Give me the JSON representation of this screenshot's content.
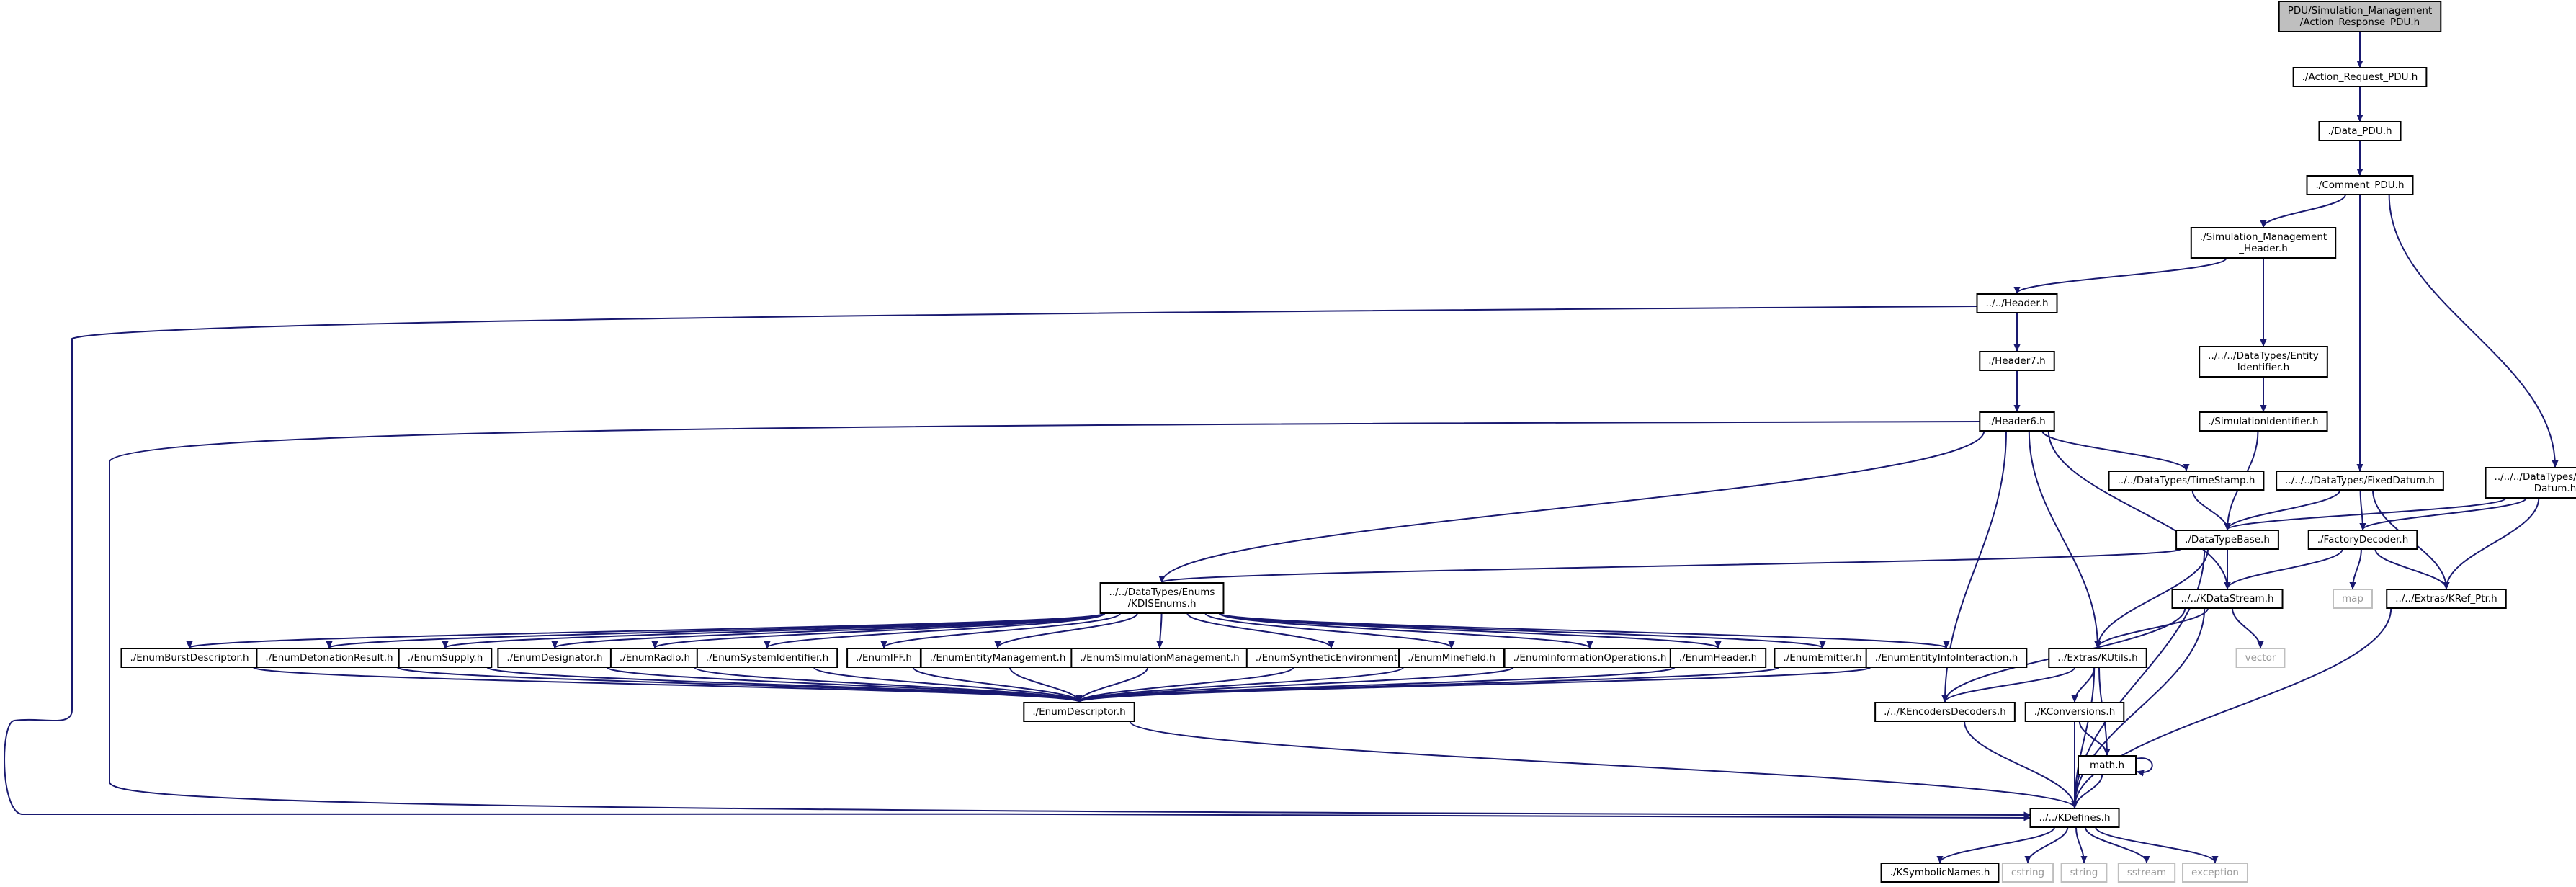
{
  "nodes": [
    {
      "id": "root",
      "lines": [
        "PDU/Simulation_Management",
        "/Action_Response_PDU.h"
      ],
      "root": true
    },
    {
      "id": "actionreq",
      "lines": [
        "./Action_Request_PDU.h"
      ]
    },
    {
      "id": "datapdu",
      "lines": [
        "./Data_PDU.h"
      ]
    },
    {
      "id": "comment",
      "lines": [
        "./Comment_PDU.h"
      ]
    },
    {
      "id": "smheader",
      "lines": [
        "./Simulation_Management",
        "_Header.h"
      ]
    },
    {
      "id": "header",
      "lines": [
        "../../Header.h"
      ]
    },
    {
      "id": "header7",
      "lines": [
        "./Header7.h"
      ]
    },
    {
      "id": "header6",
      "lines": [
        "./Header6.h"
      ]
    },
    {
      "id": "entityid",
      "lines": [
        "../../../DataTypes/Entity",
        "Identifier.h"
      ]
    },
    {
      "id": "simid",
      "lines": [
        "./SimulationIdentifier.h"
      ]
    },
    {
      "id": "fixeddatum",
      "lines": [
        "../../../DataTypes/FixedDatum.h"
      ]
    },
    {
      "id": "vardatum",
      "lines": [
        "../../../DataTypes/Variable",
        "Datum.h"
      ]
    },
    {
      "id": "timestamp",
      "lines": [
        "../../DataTypes/TimeStamp.h"
      ]
    },
    {
      "id": "dtbase",
      "lines": [
        "./DataTypeBase.h"
      ]
    },
    {
      "id": "factory",
      "lines": [
        "./FactoryDecoder.h"
      ]
    },
    {
      "id": "kdisenums",
      "lines": [
        "../../DataTypes/Enums",
        "/KDISEnums.h"
      ]
    },
    {
      "id": "kdatastream",
      "lines": [
        "../../KDataStream.h"
      ]
    },
    {
      "id": "map",
      "lines": [
        "map"
      ],
      "sys": true
    },
    {
      "id": "krefptr",
      "lines": [
        "../../Extras/KRef_Ptr.h"
      ]
    },
    {
      "id": "vector",
      "lines": [
        "vector"
      ],
      "sys": true
    },
    {
      "id": "e_burst",
      "lines": [
        "./EnumBurstDescriptor.h"
      ]
    },
    {
      "id": "e_deton",
      "lines": [
        "./EnumDetonationResult.h"
      ]
    },
    {
      "id": "e_supply",
      "lines": [
        "./EnumSupply.h"
      ]
    },
    {
      "id": "e_desig",
      "lines": [
        "./EnumDesignator.h"
      ]
    },
    {
      "id": "e_radio",
      "lines": [
        "./EnumRadio.h"
      ]
    },
    {
      "id": "e_sysid",
      "lines": [
        "./EnumSystemIdentifier.h"
      ]
    },
    {
      "id": "e_iff",
      "lines": [
        "./EnumIFF.h"
      ]
    },
    {
      "id": "e_entmgmt",
      "lines": [
        "./EnumEntityManagement.h"
      ]
    },
    {
      "id": "e_simmgmt",
      "lines": [
        "./EnumSimulationManagement.h"
      ]
    },
    {
      "id": "e_synth",
      "lines": [
        "./EnumSyntheticEnvironment.h"
      ]
    },
    {
      "id": "e_mine",
      "lines": [
        "./EnumMinefield.h"
      ]
    },
    {
      "id": "e_infoops",
      "lines": [
        "./EnumInformationOperations.h"
      ]
    },
    {
      "id": "e_header",
      "lines": [
        "./EnumHeader.h"
      ]
    },
    {
      "id": "e_emitter",
      "lines": [
        "./EnumEmitter.h"
      ]
    },
    {
      "id": "e_eii",
      "lines": [
        "./EnumEntityInfoInteraction.h"
      ]
    },
    {
      "id": "kutils",
      "lines": [
        "../Extras/KUtils.h"
      ]
    },
    {
      "id": "enumdesc",
      "lines": [
        "./EnumDescriptor.h"
      ]
    },
    {
      "id": "kencdec",
      "lines": [
        "./../KEncodersDecoders.h"
      ]
    },
    {
      "id": "kconv",
      "lines": [
        "./KConversions.h"
      ]
    },
    {
      "id": "math",
      "lines": [
        "math.h"
      ]
    },
    {
      "id": "kdefines",
      "lines": [
        "../../KDefines.h"
      ]
    },
    {
      "id": "ksym",
      "lines": [
        "./KSymbolicNames.h"
      ]
    },
    {
      "id": "cstring",
      "lines": [
        "cstring"
      ],
      "sys": true
    },
    {
      "id": "string",
      "lines": [
        "string"
      ],
      "sys": true
    },
    {
      "id": "sstream",
      "lines": [
        "sstream"
      ],
      "sys": true
    },
    {
      "id": "exception",
      "lines": [
        "exception"
      ],
      "sys": true
    }
  ],
  "edges": [
    [
      "root",
      "actionreq"
    ],
    [
      "root",
      "datapdu"
    ],
    [
      "actionreq",
      "datapdu"
    ],
    [
      "datapdu",
      "comment"
    ],
    [
      "comment",
      "smheader"
    ],
    [
      "comment",
      "fixeddatum"
    ],
    [
      "comment",
      "vardatum"
    ],
    [
      "smheader",
      "header"
    ],
    [
      "smheader",
      "entityid"
    ],
    [
      "header",
      "header7"
    ],
    [
      "header",
      "kdefines"
    ],
    [
      "header7",
      "header6"
    ],
    [
      "header6",
      "kdefines"
    ],
    [
      "header6",
      "kdisenums"
    ],
    [
      "header6",
      "timestamp"
    ],
    [
      "header6",
      "kdatastream"
    ],
    [
      "header6",
      "kutils"
    ],
    [
      "header6",
      "kencdec"
    ],
    [
      "entityid",
      "simid"
    ],
    [
      "simid",
      "dtbase"
    ],
    [
      "fixeddatum",
      "dtbase"
    ],
    [
      "fixeddatum",
      "factory"
    ],
    [
      "fixeddatum",
      "krefptr"
    ],
    [
      "vardatum",
      "dtbase"
    ],
    [
      "vardatum",
      "factory"
    ],
    [
      "vardatum",
      "krefptr"
    ],
    [
      "timestamp",
      "dtbase"
    ],
    [
      "dtbase",
      "kdisenums"
    ],
    [
      "dtbase",
      "kdatastream"
    ],
    [
      "dtbase",
      "kutils"
    ],
    [
      "dtbase",
      "kdefines"
    ],
    [
      "factory",
      "kdatastream"
    ],
    [
      "factory",
      "map"
    ],
    [
      "factory",
      "krefptr"
    ],
    [
      "krefptr",
      "kdefines"
    ],
    [
      "kdatastream",
      "vector"
    ],
    [
      "kdatastream",
      "kutils"
    ],
    [
      "kdatastream",
      "kencdec"
    ],
    [
      "kdatastream",
      "kdefines"
    ],
    [
      "kdisenums",
      "e_burst"
    ],
    [
      "kdisenums",
      "e_deton"
    ],
    [
      "kdisenums",
      "e_supply"
    ],
    [
      "kdisenums",
      "e_desig"
    ],
    [
      "kdisenums",
      "e_radio"
    ],
    [
      "kdisenums",
      "e_sysid"
    ],
    [
      "kdisenums",
      "e_iff"
    ],
    [
      "kdisenums",
      "e_entmgmt"
    ],
    [
      "kdisenums",
      "e_simmgmt"
    ],
    [
      "kdisenums",
      "e_synth"
    ],
    [
      "kdisenums",
      "e_mine"
    ],
    [
      "kdisenums",
      "e_infoops"
    ],
    [
      "kdisenums",
      "e_header"
    ],
    [
      "kdisenums",
      "e_emitter"
    ],
    [
      "kdisenums",
      "e_eii"
    ],
    [
      "e_burst",
      "enumdesc"
    ],
    [
      "e_deton",
      "enumdesc"
    ],
    [
      "e_supply",
      "enumdesc"
    ],
    [
      "e_desig",
      "enumdesc"
    ],
    [
      "e_radio",
      "enumdesc"
    ],
    [
      "e_sysid",
      "enumdesc"
    ],
    [
      "e_iff",
      "enumdesc"
    ],
    [
      "e_entmgmt",
      "enumdesc"
    ],
    [
      "e_simmgmt",
      "enumdesc"
    ],
    [
      "e_synth",
      "enumdesc"
    ],
    [
      "e_mine",
      "enumdesc"
    ],
    [
      "e_infoops",
      "enumdesc"
    ],
    [
      "e_header",
      "enumdesc"
    ],
    [
      "e_emitter",
      "enumdesc"
    ],
    [
      "e_eii",
      "enumdesc"
    ],
    [
      "enumdesc",
      "kdefines"
    ],
    [
      "kutils",
      "kconv"
    ],
    [
      "kutils",
      "math"
    ],
    [
      "kutils",
      "kdefines"
    ],
    [
      "kutils",
      "kencdec"
    ],
    [
      "kencdec",
      "kdefines"
    ],
    [
      "kconv",
      "math"
    ],
    [
      "kconv",
      "kdefines"
    ],
    [
      "math",
      "math"
    ],
    [
      "math",
      "kdefines"
    ],
    [
      "kdefines",
      "ksym"
    ],
    [
      "kdefines",
      "cstring"
    ],
    [
      "kdefines",
      "string"
    ],
    [
      "kdefines",
      "sstream"
    ],
    [
      "kdefines",
      "exception"
    ]
  ]
}
